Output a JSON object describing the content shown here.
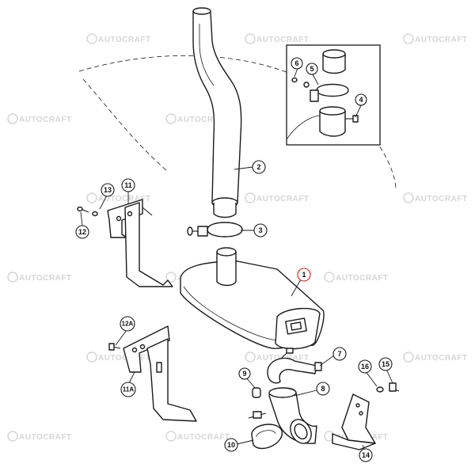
{
  "diagram": {
    "watermark_text": "AUTOCRAFT",
    "highlight_color": "#cc1f1f",
    "callouts": [
      {
        "id": "c1",
        "label": "1",
        "highlight": true
      },
      {
        "id": "c2",
        "label": "2"
      },
      {
        "id": "c3",
        "label": "3"
      },
      {
        "id": "c4",
        "label": "4"
      },
      {
        "id": "c5",
        "label": "5"
      },
      {
        "id": "c6",
        "label": "6"
      },
      {
        "id": "c7",
        "label": "7"
      },
      {
        "id": "c8",
        "label": "8"
      },
      {
        "id": "c9",
        "label": "9"
      },
      {
        "id": "c10",
        "label": "10"
      },
      {
        "id": "c11",
        "label": "11"
      },
      {
        "id": "c11a",
        "label": "11A"
      },
      {
        "id": "c12",
        "label": "12"
      },
      {
        "id": "c12a",
        "label": "12A"
      },
      {
        "id": "c13",
        "label": "13"
      },
      {
        "id": "c14",
        "label": "14"
      },
      {
        "id": "c15",
        "label": "15"
      },
      {
        "id": "c16",
        "label": "16"
      }
    ]
  }
}
